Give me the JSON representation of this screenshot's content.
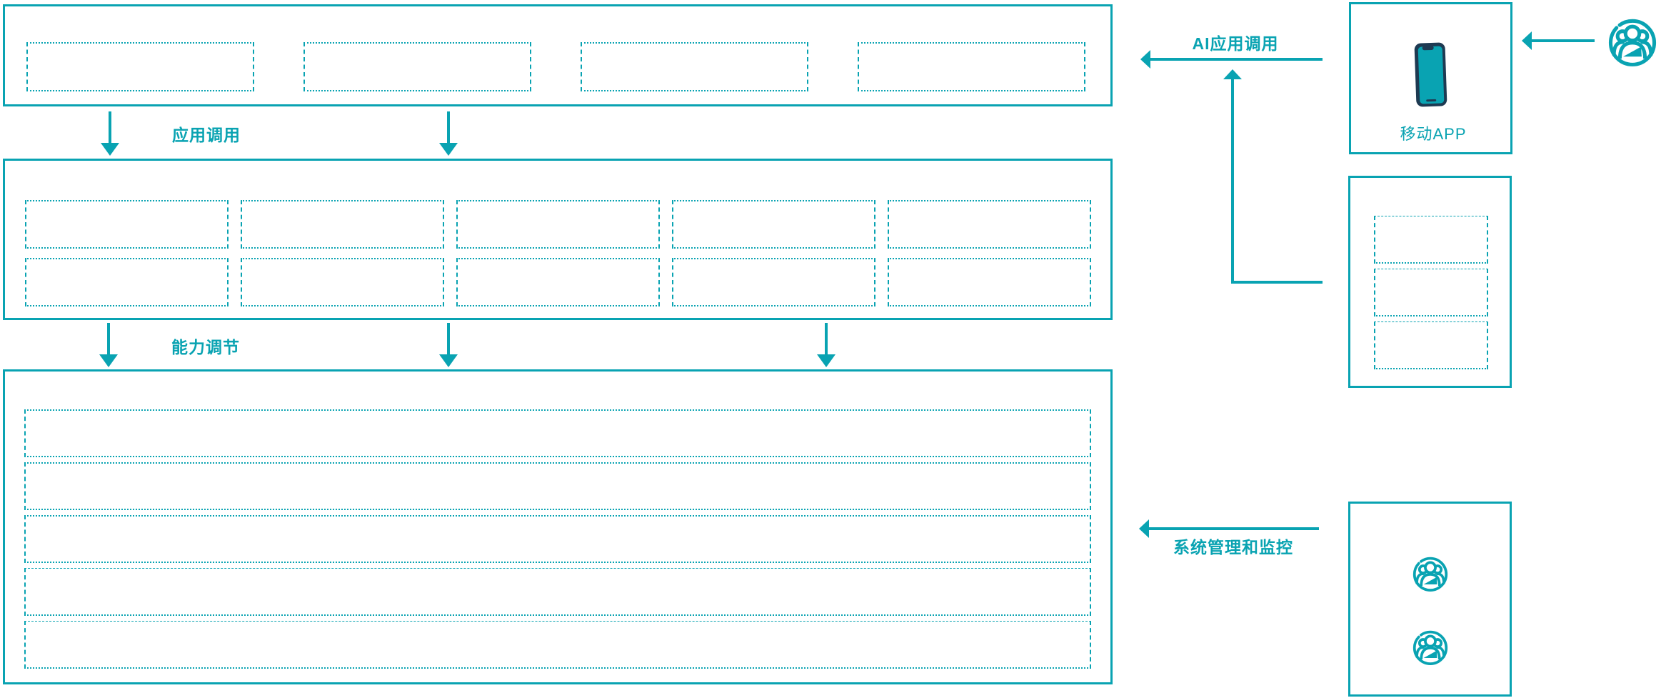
{
  "colors": {
    "teal": "#09a3b2",
    "navy": "#1e3a52",
    "background": "#ffffff"
  },
  "labels": {
    "app_call": "应用调用",
    "capability_tuning": "能力调节",
    "ai_app_call": "AI应用调用",
    "system_management": "系统管理和监控",
    "mobile_app": "移动APP"
  },
  "panels": {
    "application_layer": {
      "cells": [
        "",
        "",
        "",
        ""
      ]
    },
    "capability_layer": {
      "row1": [
        "",
        "",
        "",
        "",
        ""
      ],
      "row2": [
        "",
        "",
        "",
        "",
        ""
      ]
    },
    "resource_layer": {
      "rows": [
        "",
        "",
        "",
        "",
        ""
      ]
    },
    "mobile_app_panel": {
      "icon": "smartphone-icon"
    },
    "client_panel": {
      "cells": [
        "",
        "",
        ""
      ]
    },
    "admin_panel": {
      "icons": [
        "user-group-icon",
        "user-group-icon"
      ]
    }
  },
  "icons": {
    "top_right_user": "user-group-icon"
  }
}
